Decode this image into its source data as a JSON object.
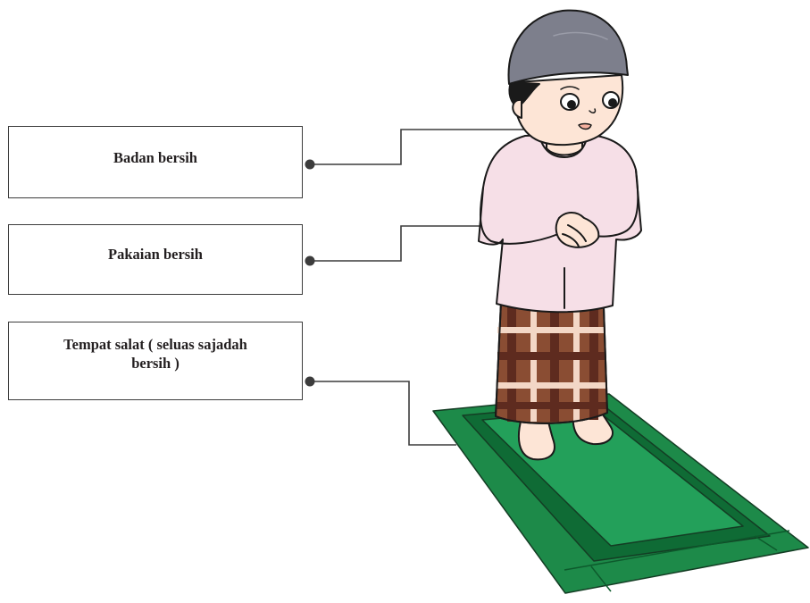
{
  "labels": [
    {
      "id": "badan",
      "text": "Badan bersih"
    },
    {
      "id": "pakaian",
      "text": "Pakaian bersih"
    },
    {
      "id": "tempat",
      "text": "Tempat salat ( seluas sajadah bersih )"
    }
  ],
  "colors": {
    "cap": "#7d7f8c",
    "shirt": "#f6dfe7",
    "skin": "#fde5d6",
    "sarong_base": "#8a4d33",
    "sarong_dark": "#5e2b1f",
    "sarong_light": "#f3d7c6",
    "mat_green": "#1f8f4e",
    "mat_dark": "#126b37",
    "line": "#3c3c3c"
  }
}
